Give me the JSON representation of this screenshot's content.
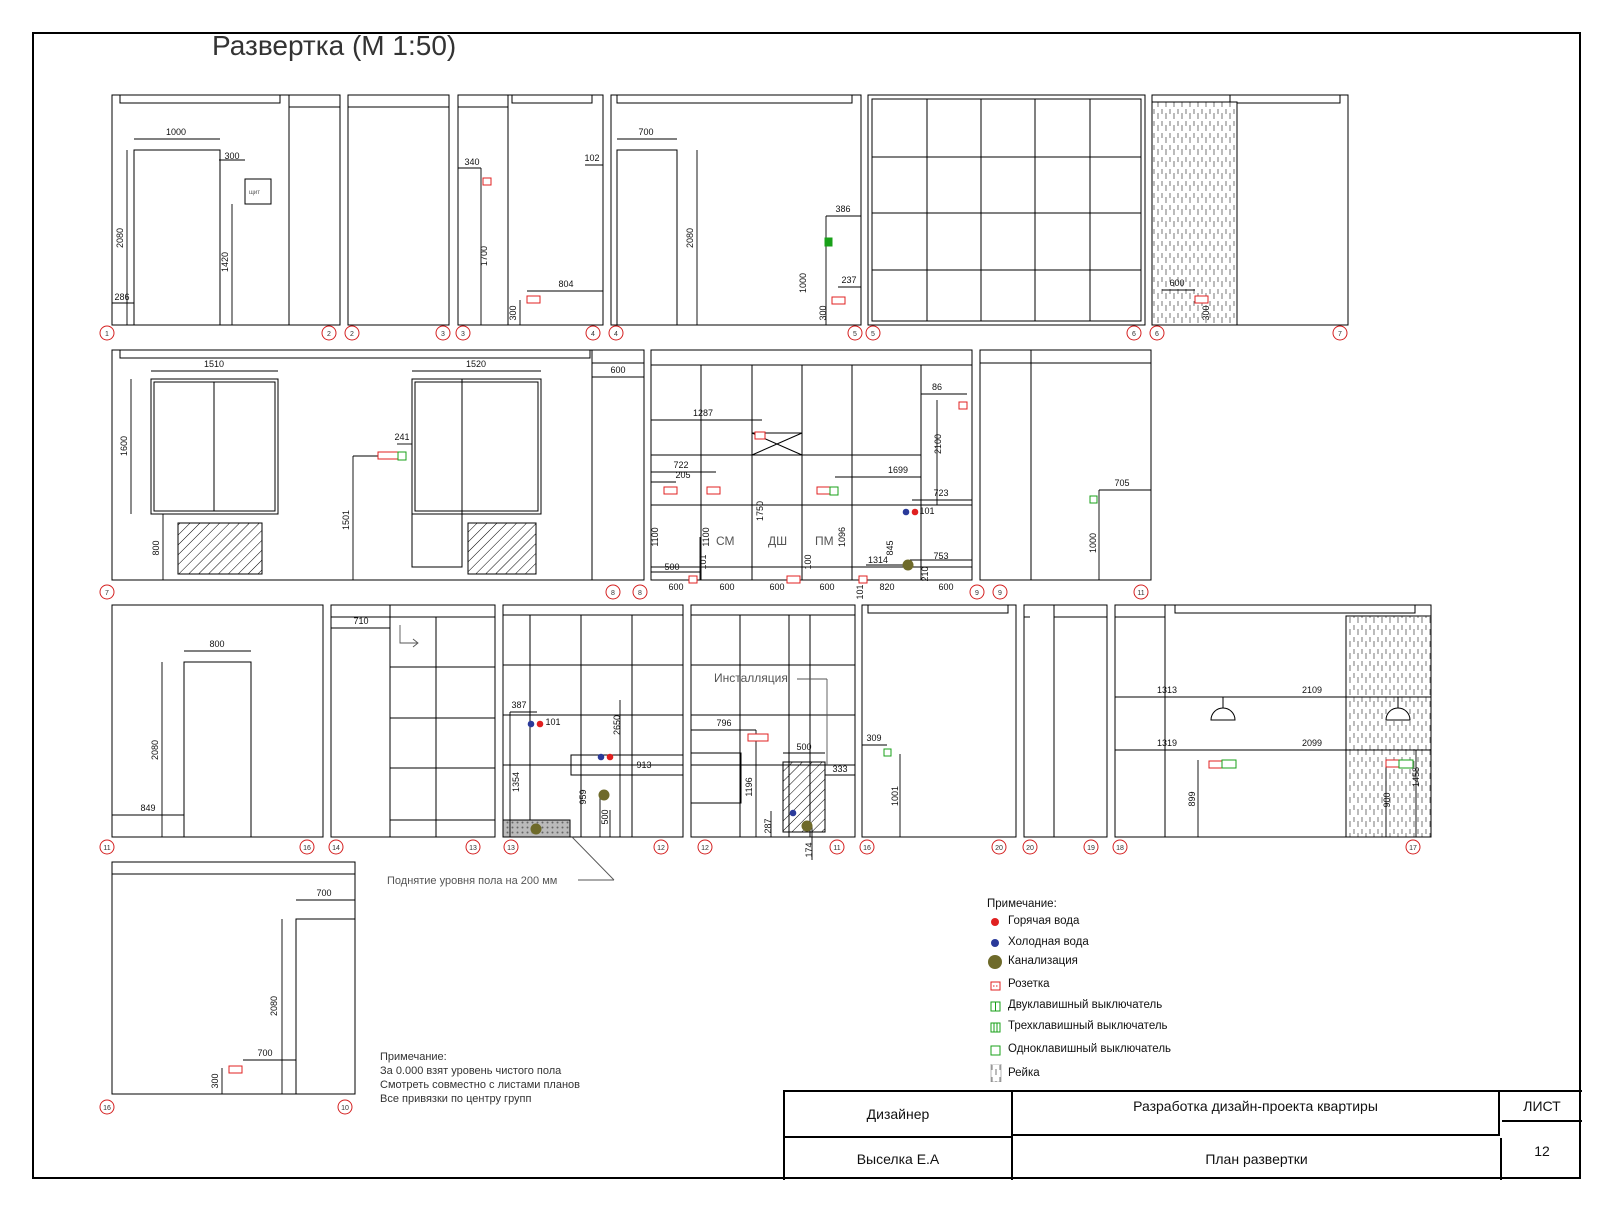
{
  "title": "Развертка (М 1:50)",
  "labels": {
    "floor_raise": "Поднятие уровня пола на 200 мм",
    "installation": "Инсталляция",
    "sm": "СМ",
    "dsh": "ДШ",
    "pm": "ПМ",
    "shch": "щит"
  },
  "note_bottom": {
    "title": "Примечание:",
    "lines": [
      "За 0.000 взят уровень чистого пола",
      "Смотреть совместно с листами планов",
      "Все привязки по центру групп"
    ]
  },
  "legend": {
    "title": "Примечание:",
    "items": [
      {
        "symbol": "hot-water",
        "label": "Горячая вода"
      },
      {
        "symbol": "cold-water",
        "label": "Холодная вода"
      },
      {
        "symbol": "sewer",
        "label": "Канализация"
      },
      {
        "symbol": "socket",
        "label": "Розетка"
      },
      {
        "symbol": "switch-2",
        "label": "Двуклавишный выключатель"
      },
      {
        "symbol": "switch-3",
        "label": "Трехклавишный выключатель"
      },
      {
        "symbol": "switch-1",
        "label": "Одноклавишный выключатель"
      },
      {
        "symbol": "rail",
        "label": "Рейка"
      }
    ]
  },
  "colors": {
    "hot": "#e02020",
    "cold": "#2a3a9a",
    "sewer": "#6e6a2a",
    "socket": "#e02020",
    "switch": "#19a019",
    "marker": "#d42020"
  },
  "title_block": {
    "designer_label": "Дизайнер",
    "designer_name": "Выселка Е.А",
    "project": "Разработка дизайн-проекта квартиры",
    "sheet_title": "План развертки",
    "sheet_label": "ЛИСТ",
    "sheet_number": "12"
  },
  "dimensions": [
    {
      "id": "d1000a",
      "t": "1000"
    },
    {
      "id": "d300a",
      "t": "300"
    },
    {
      "id": "d2080a",
      "t": "2080"
    },
    {
      "id": "d1420",
      "t": "1420"
    },
    {
      "id": "d286",
      "t": "286"
    },
    {
      "id": "d340",
      "t": "340"
    },
    {
      "id": "d102",
      "t": "102"
    },
    {
      "id": "d1700",
      "t": "1700"
    },
    {
      "id": "d804",
      "t": "804"
    },
    {
      "id": "d300b",
      "t": "300"
    },
    {
      "id": "d700a",
      "t": "700"
    },
    {
      "id": "d2080b",
      "t": "2080"
    },
    {
      "id": "d386",
      "t": "386"
    },
    {
      "id": "d1000b",
      "t": "1000"
    },
    {
      "id": "d237",
      "t": "237"
    },
    {
      "id": "d300c",
      "t": "300"
    },
    {
      "id": "d600a",
      "t": "600"
    },
    {
      "id": "d300d",
      "t": "300"
    },
    {
      "id": "d1510",
      "t": "1510"
    },
    {
      "id": "d1520",
      "t": "1520"
    },
    {
      "id": "d600b",
      "t": "600"
    },
    {
      "id": "d1600",
      "t": "1600"
    },
    {
      "id": "d241",
      "t": "241"
    },
    {
      "id": "d1501",
      "t": "1501"
    },
    {
      "id": "d800a",
      "t": "800"
    },
    {
      "id": "d86",
      "t": "86"
    },
    {
      "id": "d1287",
      "t": "1287"
    },
    {
      "id": "d2100",
      "t": "2100"
    },
    {
      "id": "d722",
      "t": "722"
    },
    {
      "id": "d205",
      "t": "205"
    },
    {
      "id": "d1699",
      "t": "1699"
    },
    {
      "id": "d723",
      "t": "723"
    },
    {
      "id": "d101a",
      "t": "101"
    },
    {
      "id": "d1750",
      "t": "1750"
    },
    {
      "id": "d1100a",
      "t": "1100"
    },
    {
      "id": "d1100b",
      "t": "1100"
    },
    {
      "id": "d1096",
      "t": "1096"
    },
    {
      "id": "d845",
      "t": "845"
    },
    {
      "id": "d500a",
      "t": "500"
    },
    {
      "id": "d101b",
      "t": "101"
    },
    {
      "id": "d100a",
      "t": "100"
    },
    {
      "id": "d1314",
      "t": "1314"
    },
    {
      "id": "d753",
      "t": "753"
    },
    {
      "id": "d210",
      "t": "210"
    },
    {
      "id": "d101c",
      "t": "101"
    },
    {
      "id": "d600c",
      "t": "600"
    },
    {
      "id": "d600d",
      "t": "600"
    },
    {
      "id": "d600e",
      "t": "600"
    },
    {
      "id": "d600f",
      "t": "600"
    },
    {
      "id": "d820",
      "t": "820"
    },
    {
      "id": "d600g",
      "t": "600"
    },
    {
      "id": "d705",
      "t": "705"
    },
    {
      "id": "d1000c",
      "t": "1000"
    },
    {
      "id": "d800b",
      "t": "800"
    },
    {
      "id": "d2080c",
      "t": "2080"
    },
    {
      "id": "d849",
      "t": "849"
    },
    {
      "id": "d710",
      "t": "710"
    },
    {
      "id": "d387",
      "t": "387"
    },
    {
      "id": "d101d",
      "t": "101"
    },
    {
      "id": "d2650",
      "t": "2650"
    },
    {
      "id": "d913",
      "t": "913"
    },
    {
      "id": "d1354",
      "t": "1354"
    },
    {
      "id": "d959",
      "t": "959"
    },
    {
      "id": "d500b",
      "t": "500"
    },
    {
      "id": "d796",
      "t": "796"
    },
    {
      "id": "d500c",
      "t": "500"
    },
    {
      "id": "d333",
      "t": "333"
    },
    {
      "id": "d1196",
      "t": "1196"
    },
    {
      "id": "d287",
      "t": "287"
    },
    {
      "id": "d174",
      "t": "174"
    },
    {
      "id": "d309",
      "t": "309"
    },
    {
      "id": "d1001",
      "t": "1001"
    },
    {
      "id": "d1313",
      "t": "1313"
    },
    {
      "id": "d2109",
      "t": "2109"
    },
    {
      "id": "d1319",
      "t": "1319"
    },
    {
      "id": "d2099",
      "t": "2099"
    },
    {
      "id": "d899",
      "t": "899"
    },
    {
      "id": "d900",
      "t": "900"
    },
    {
      "id": "d1458",
      "t": "1458"
    },
    {
      "id": "d700b",
      "t": "700"
    },
    {
      "id": "d2080d",
      "t": "2080"
    },
    {
      "id": "d700c",
      "t": "700"
    },
    {
      "id": "d300e",
      "t": "300"
    }
  ],
  "markers": [
    {
      "id": "m1",
      "t": "1"
    },
    {
      "id": "m2",
      "t": "2"
    },
    {
      "id": "m2b",
      "t": "2"
    },
    {
      "id": "m3",
      "t": "3"
    },
    {
      "id": "m3b",
      "t": "3"
    },
    {
      "id": "m4",
      "t": "4"
    },
    {
      "id": "m4b",
      "t": "4"
    },
    {
      "id": "m5",
      "t": "5"
    },
    {
      "id": "m5b",
      "t": "5"
    },
    {
      "id": "m6",
      "t": "6"
    },
    {
      "id": "m6b",
      "t": "6"
    },
    {
      "id": "m7",
      "t": "7"
    },
    {
      "id": "m7b",
      "t": "7"
    },
    {
      "id": "m8",
      "t": "8"
    },
    {
      "id": "m8b",
      "t": "8"
    },
    {
      "id": "m9",
      "t": "9"
    },
    {
      "id": "m9b",
      "t": "9"
    },
    {
      "id": "m11",
      "t": "11"
    },
    {
      "id": "m11b",
      "t": "11"
    },
    {
      "id": "m16",
      "t": "16"
    },
    {
      "id": "m14",
      "t": "14"
    },
    {
      "id": "m13",
      "t": "13"
    },
    {
      "id": "m13b",
      "t": "13"
    },
    {
      "id": "m12",
      "t": "12"
    },
    {
      "id": "m12b",
      "t": "12"
    },
    {
      "id": "m11c",
      "t": "11"
    },
    {
      "id": "m16b",
      "t": "16"
    },
    {
      "id": "m20",
      "t": "20"
    },
    {
      "id": "m20b",
      "t": "20"
    },
    {
      "id": "m19",
      "t": "19"
    },
    {
      "id": "m18",
      "t": "18"
    },
    {
      "id": "m17",
      "t": "17"
    },
    {
      "id": "m16c",
      "t": "16"
    },
    {
      "id": "m10",
      "t": "10"
    }
  ]
}
